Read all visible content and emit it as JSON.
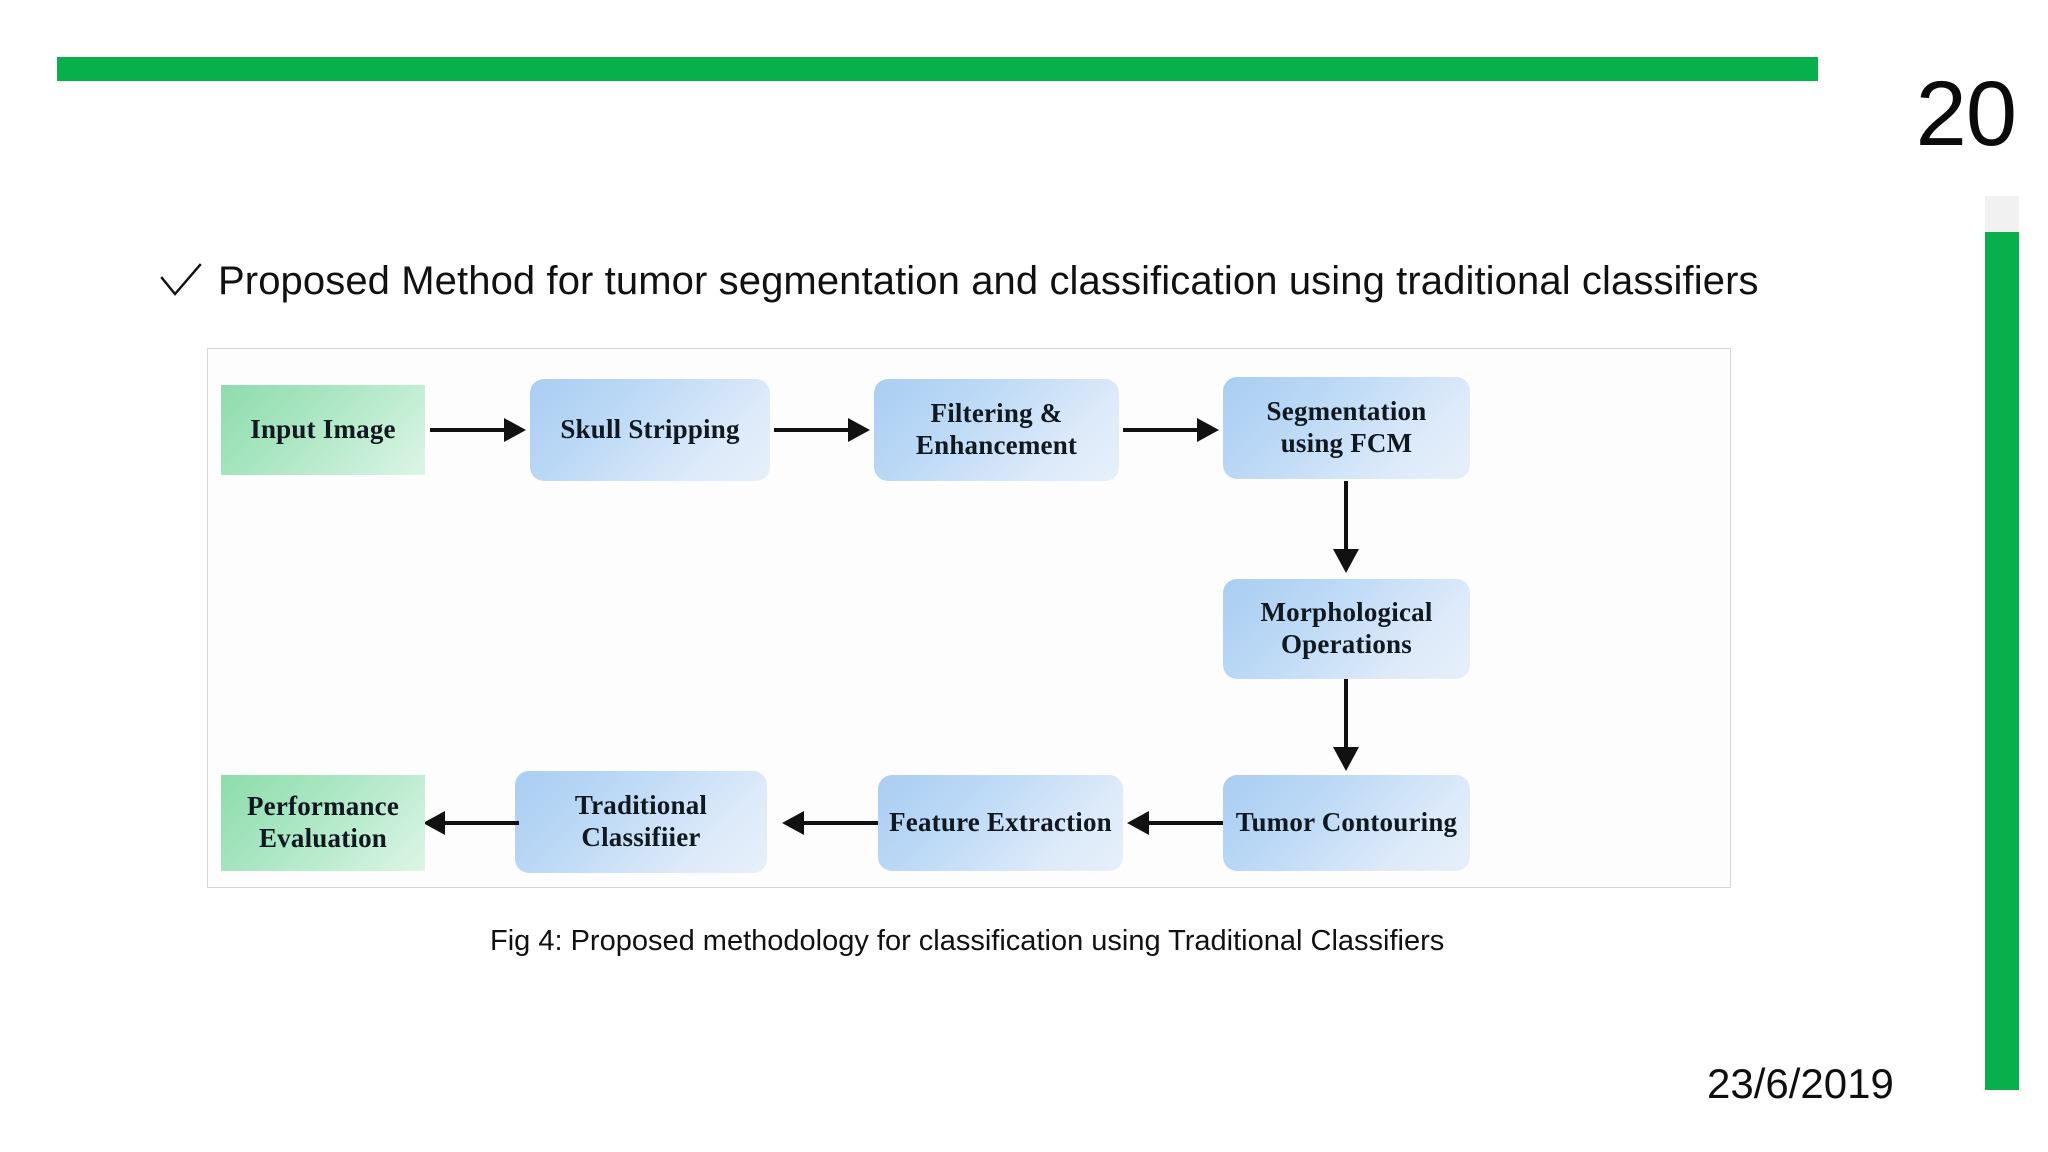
{
  "slide": {
    "page_number": "20",
    "date": "23/6/2019",
    "bullet_icon": "check-icon",
    "bullet_title": "Proposed Method for tumor segmentation and classification using traditional classifiers",
    "caption": "Fig 4: Proposed methodology for classification using Traditional Classifiers"
  },
  "theme": {
    "accent_green": "#07B04B",
    "bar_cap_gray": "#F1F1F1",
    "node_green_start": "#8ddcac",
    "node_green_end": "#ddf5e6",
    "node_blue_start": "#a9cdf2",
    "node_blue_end": "#e6f0fb",
    "arrow_color": "#111111",
    "frame_border": "#d6d6d6"
  },
  "diagram": {
    "nodes": [
      {
        "id": "input-image",
        "label": "Input Image",
        "style": "green",
        "row": 1
      },
      {
        "id": "skull-stripping",
        "label": "Skull Stripping",
        "style": "blue",
        "row": 1
      },
      {
        "id": "filtering-enhancement",
        "label": "Filtering &\nEnhancement",
        "style": "blue",
        "row": 1
      },
      {
        "id": "segmentation-using-fcm",
        "label": "Segmentation\nusing FCM",
        "style": "blue",
        "row": 1
      },
      {
        "id": "morphological-operations",
        "label": "Morphological\nOperations",
        "style": "blue",
        "row": 2
      },
      {
        "id": "tumor-contouring",
        "label": "Tumor Contouring",
        "style": "blue",
        "row": 3
      },
      {
        "id": "feature-extraction",
        "label": "Feature Extraction",
        "style": "blue",
        "row": 3
      },
      {
        "id": "traditional-classifier",
        "label": "Traditional\nClassifiier",
        "style": "blue",
        "row": 3
      },
      {
        "id": "performance-evaluation",
        "label": "Performance\nEvaluation",
        "style": "green",
        "row": 3
      }
    ],
    "edges": [
      {
        "from": "input-image",
        "to": "skull-stripping",
        "direction": "right"
      },
      {
        "from": "skull-stripping",
        "to": "filtering-enhancement",
        "direction": "right"
      },
      {
        "from": "filtering-enhancement",
        "to": "segmentation-using-fcm",
        "direction": "right"
      },
      {
        "from": "segmentation-using-fcm",
        "to": "morphological-operations",
        "direction": "down"
      },
      {
        "from": "morphological-operations",
        "to": "tumor-contouring",
        "direction": "down"
      },
      {
        "from": "tumor-contouring",
        "to": "feature-extraction",
        "direction": "left"
      },
      {
        "from": "feature-extraction",
        "to": "traditional-classifier",
        "direction": "left"
      },
      {
        "from": "traditional-classifier",
        "to": "performance-evaluation",
        "direction": "left"
      }
    ]
  }
}
